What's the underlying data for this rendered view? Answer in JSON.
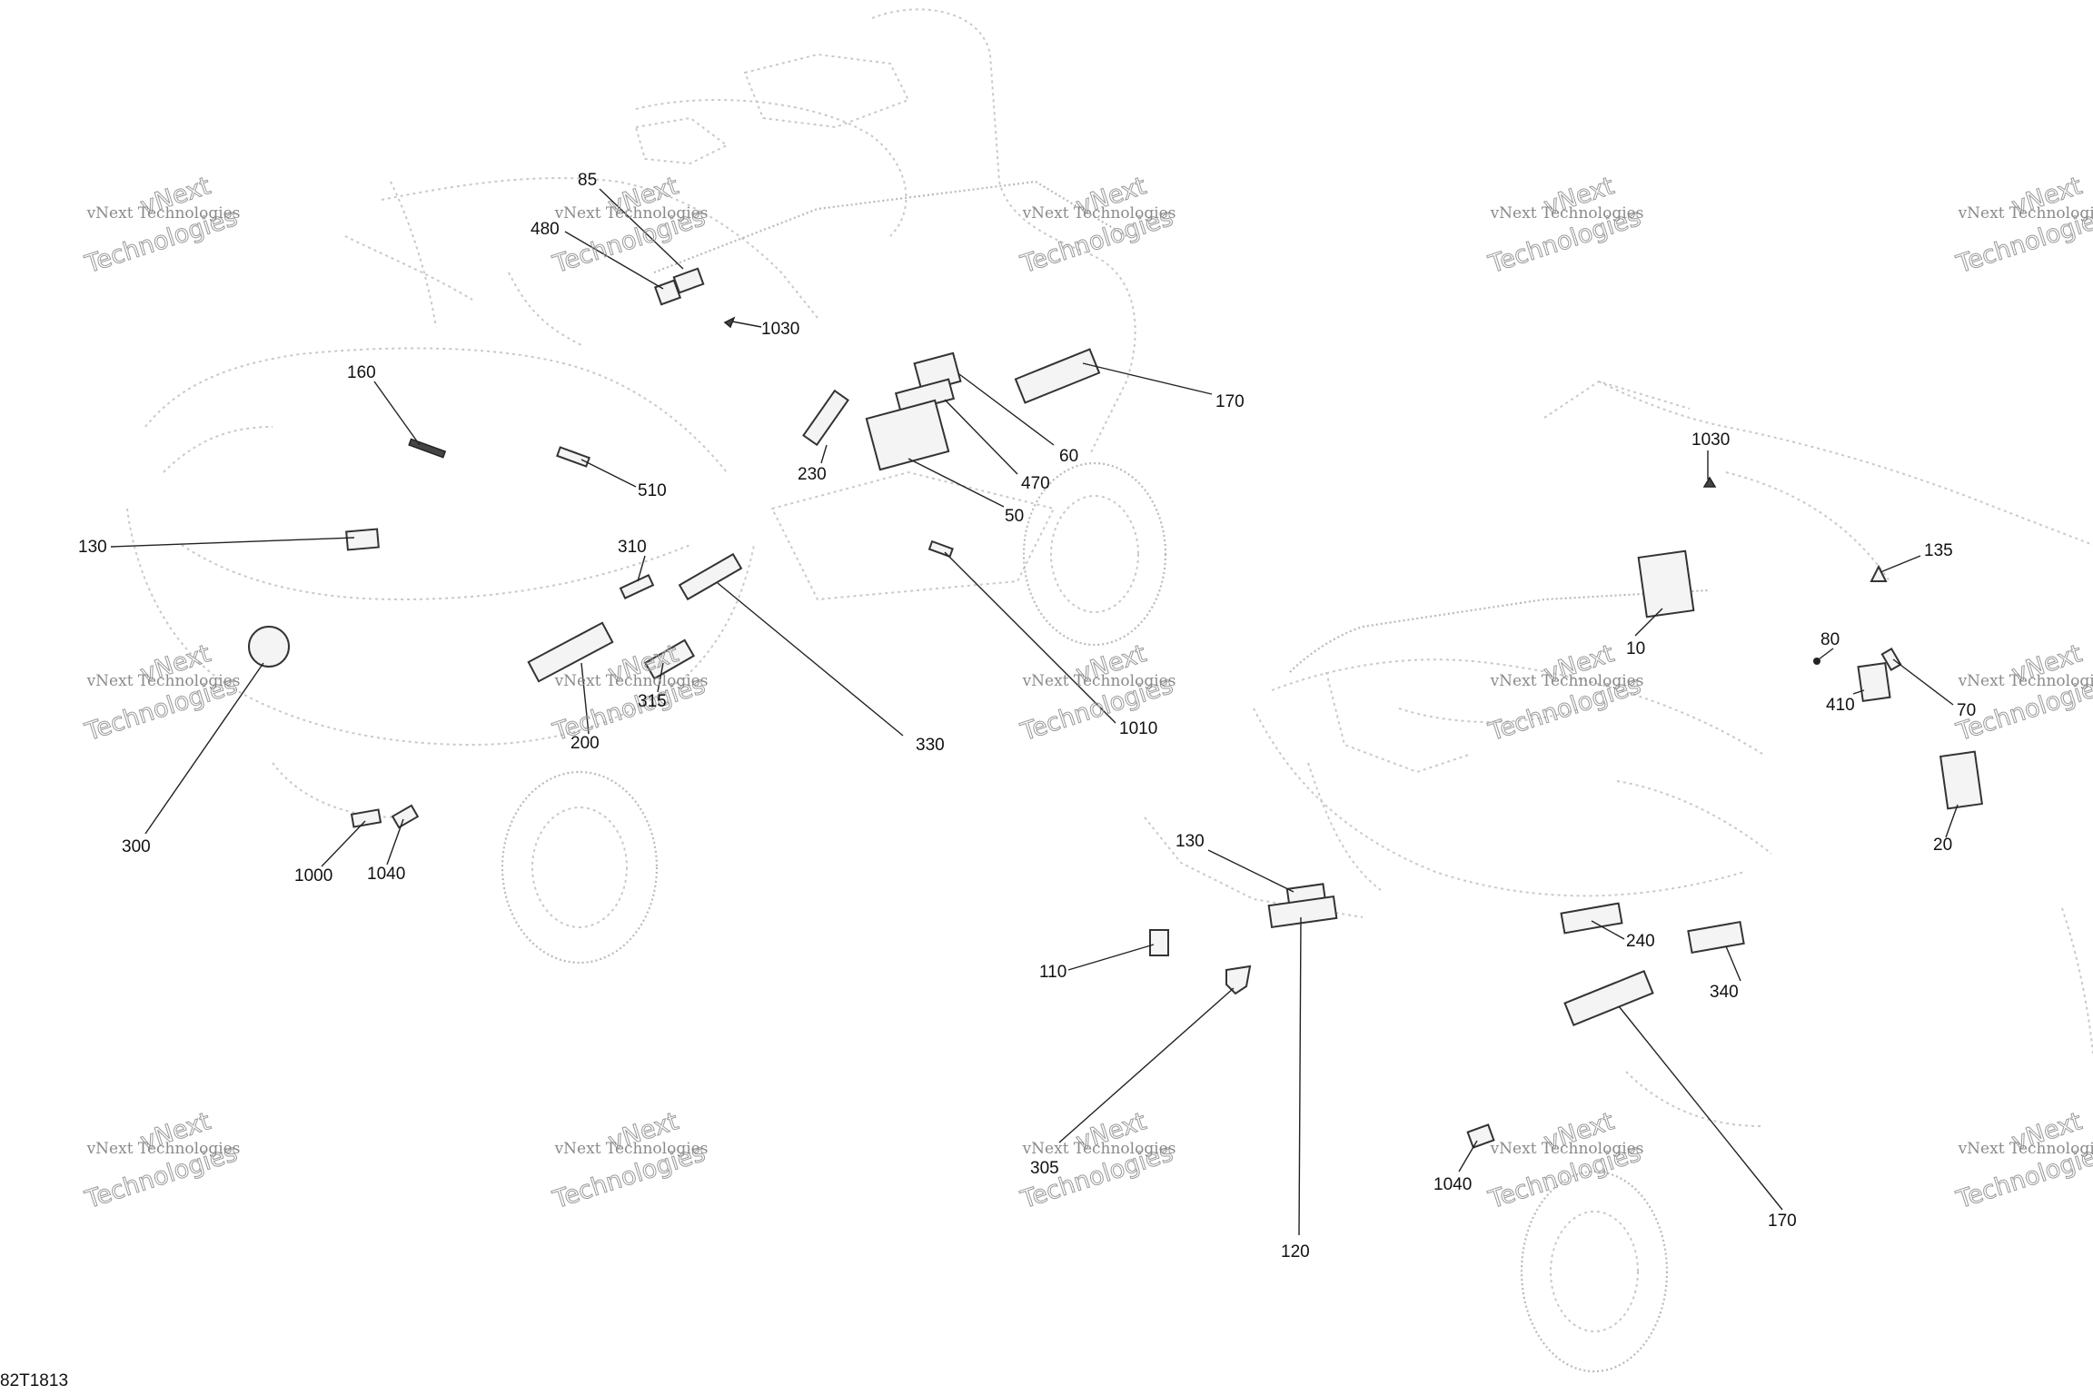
{
  "watermark": {
    "line1": "vNext Technologies",
    "line2": "vNext",
    "line3": "Technologies"
  },
  "diagram_code": "82T1813",
  "callouts": [
    {
      "id": "c85",
      "label": "85"
    },
    {
      "id": "c480",
      "label": "480"
    },
    {
      "id": "c1030a",
      "label": "1030"
    },
    {
      "id": "c160",
      "label": "160"
    },
    {
      "id": "c170a",
      "label": "170"
    },
    {
      "id": "c60",
      "label": "60"
    },
    {
      "id": "c230",
      "label": "230"
    },
    {
      "id": "c470",
      "label": "470"
    },
    {
      "id": "c510",
      "label": "510"
    },
    {
      "id": "c50",
      "label": "50"
    },
    {
      "id": "c130a",
      "label": "130"
    },
    {
      "id": "c310",
      "label": "310"
    },
    {
      "id": "c1010",
      "label": "1010"
    },
    {
      "id": "c200",
      "label": "200"
    },
    {
      "id": "c315",
      "label": "315"
    },
    {
      "id": "c330",
      "label": "330"
    },
    {
      "id": "c300",
      "label": "300"
    },
    {
      "id": "c1000",
      "label": "1000"
    },
    {
      "id": "c1040a",
      "label": "1040"
    },
    {
      "id": "c1030b",
      "label": "1030"
    },
    {
      "id": "c135",
      "label": "135"
    },
    {
      "id": "c10",
      "label": "10"
    },
    {
      "id": "c80",
      "label": "80"
    },
    {
      "id": "c410",
      "label": "410"
    },
    {
      "id": "c70",
      "label": "70"
    },
    {
      "id": "c20",
      "label": "20"
    },
    {
      "id": "c130b",
      "label": "130"
    },
    {
      "id": "c240",
      "label": "240"
    },
    {
      "id": "c110",
      "label": "110"
    },
    {
      "id": "c340",
      "label": "340"
    },
    {
      "id": "c305",
      "label": "305"
    },
    {
      "id": "c1040b",
      "label": "1040"
    },
    {
      "id": "c170b",
      "label": "170"
    },
    {
      "id": "c120",
      "label": "120"
    }
  ]
}
